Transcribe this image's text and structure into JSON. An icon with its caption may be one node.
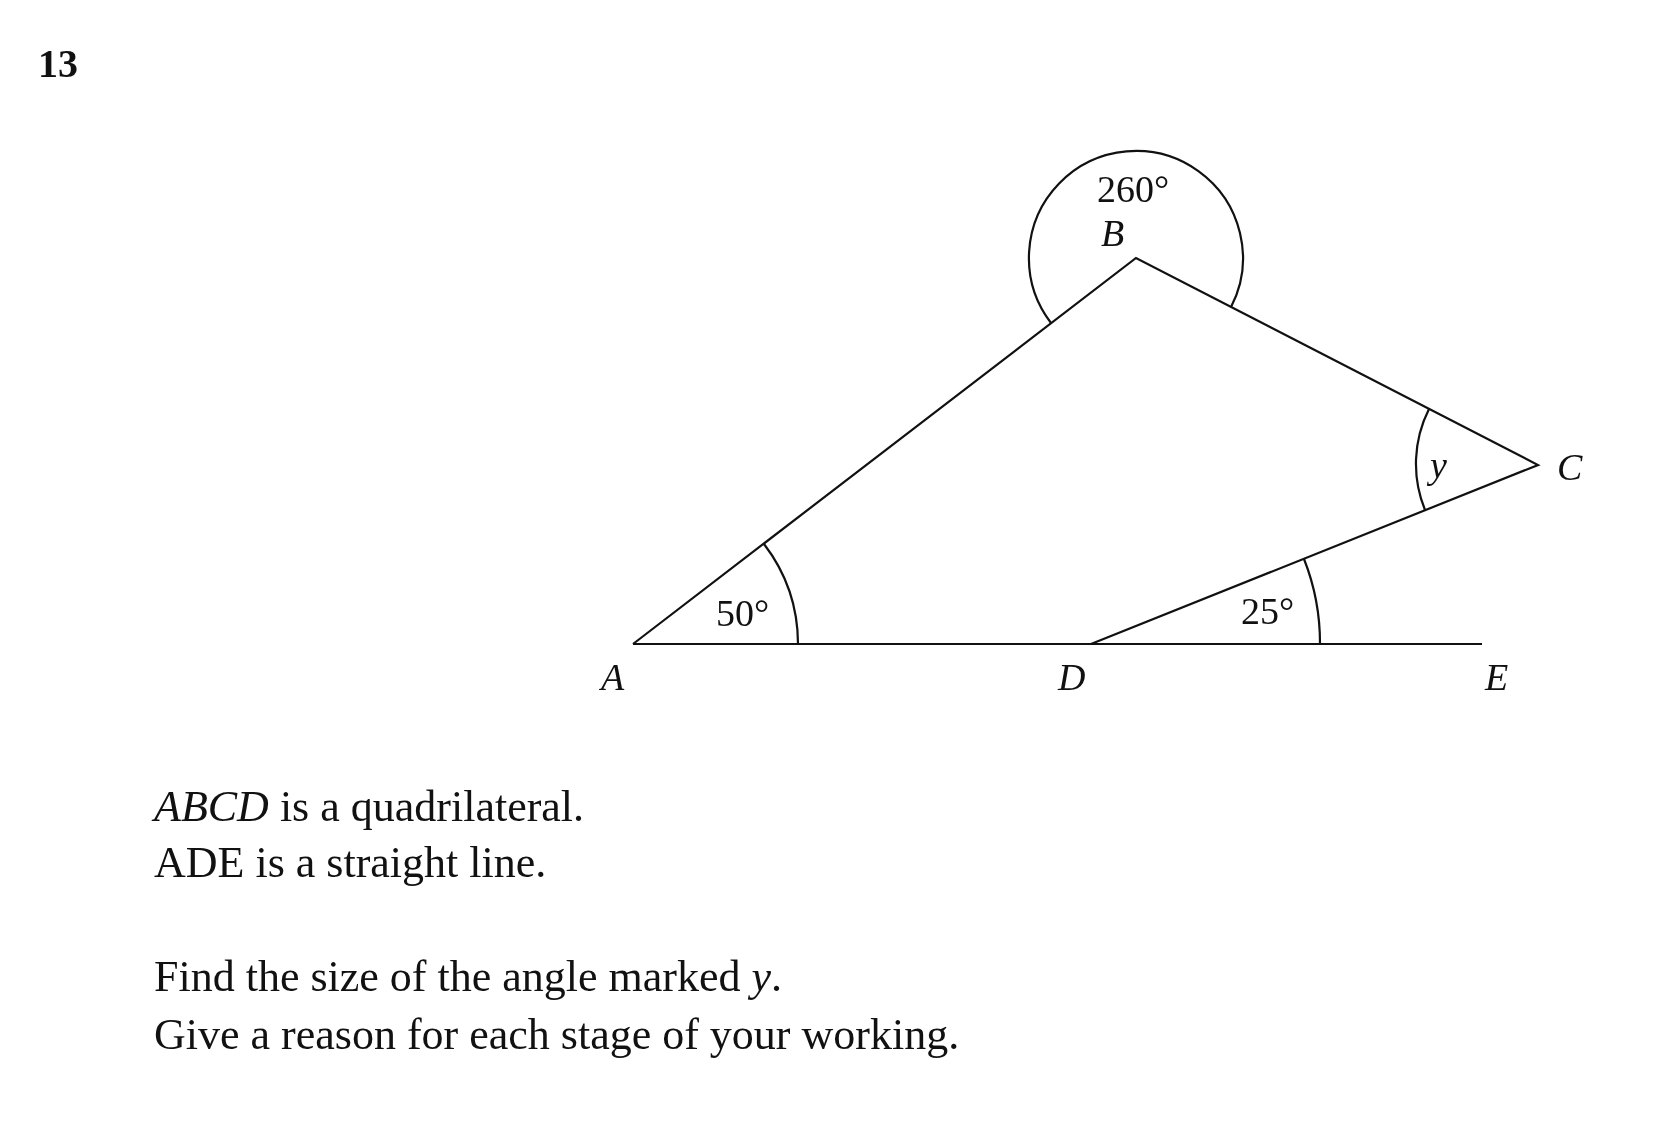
{
  "diagram": {
    "labels": [
      "13",
      "260°",
      "B",
      "y",
      "C",
      "50°",
      "25°",
      "A",
      "D",
      "E",
      "*ABCD* is a quadrilateral.",
      "ADE is a straight line.",
      "Find the size of the angle marked *y*.",
      "Give a reason for each stage of your working."
    ]
  }
}
